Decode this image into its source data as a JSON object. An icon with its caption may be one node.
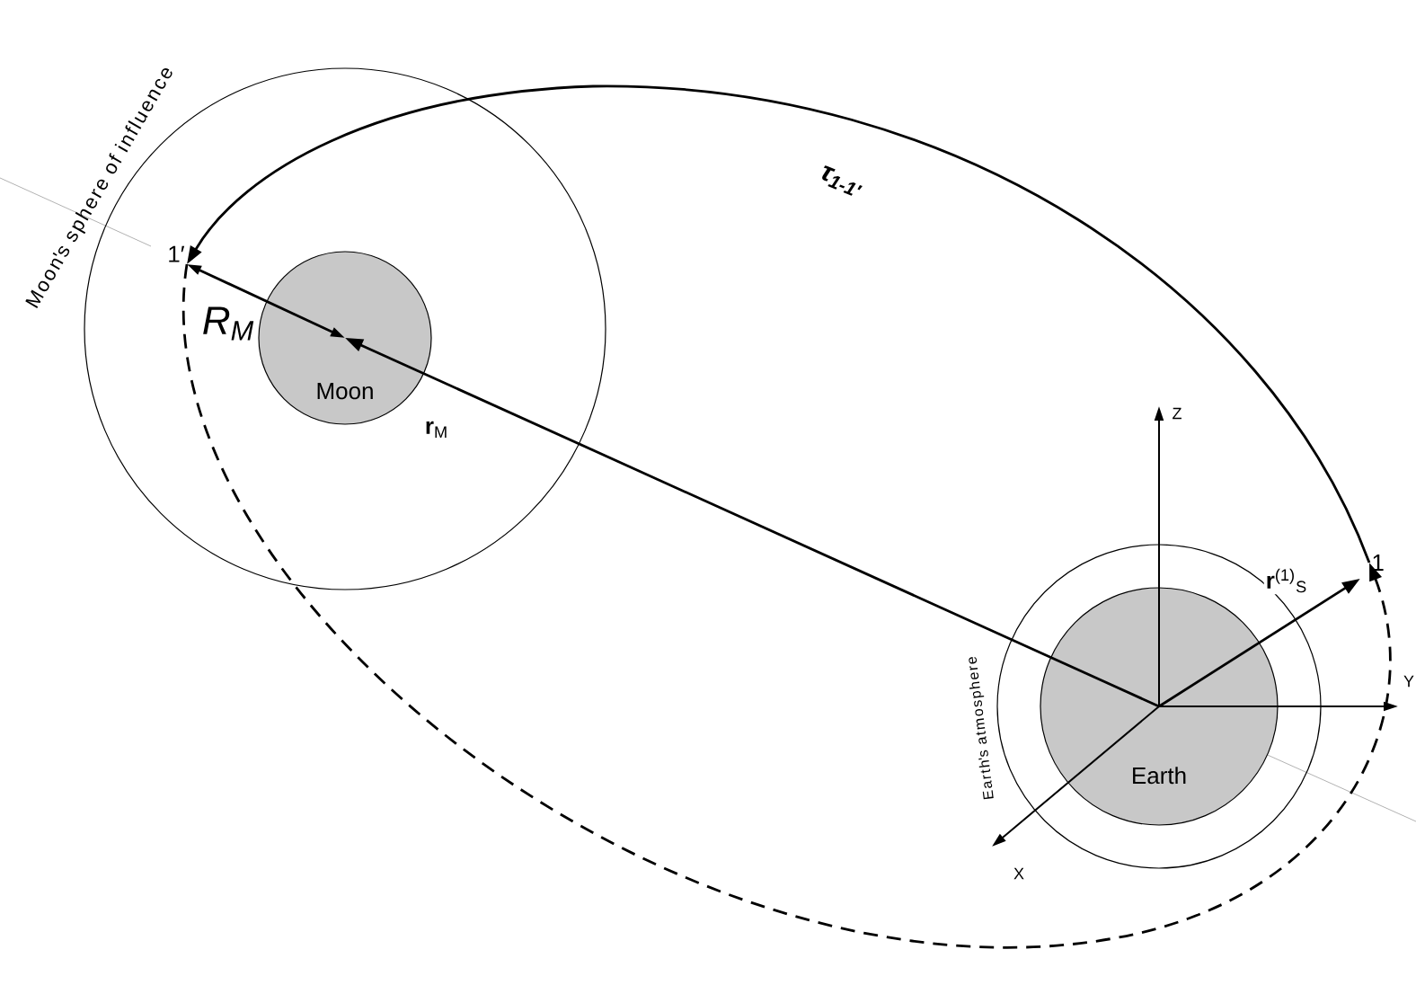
{
  "diagram": {
    "nodes": [
      {
        "text": [
          "Moon's sphere of influence"
        ]
      },
      {
        "text": [
          "Moon"
        ],
        "in": 0
      },
      {
        "text": [
          "Earth's atmosphere"
        ]
      },
      {
        "text": [
          "Earth"
        ],
        "in": 2
      },
      {
        "text": [
          "1′"
        ],
        "in": 0
      },
      {
        "text": [
          "1"
        ]
      }
    ],
    "edges": [
      {
        "from": 5,
        "to": 4,
        "arrow": "to",
        "label": "τ$_{1-1′}$"
      },
      {
        "from": 4,
        "to": 5,
        "arrow": "to",
        "style": "dashed"
      },
      {
        "from": 3,
        "to": 1,
        "arrow": "to",
        "label": "**r**$_{M}$"
      },
      {
        "from": 3,
        "to": 5,
        "arrow": "to",
        "label": "**r**$^{(1)}$$_{S}$"
      },
      {
        "from": 4,
        "to": 1,
        "arrow": "both",
        "label": "R$_{M}$"
      }
    ],
    "labels": [
      "Z",
      "Y",
      "X"
    ]
  }
}
